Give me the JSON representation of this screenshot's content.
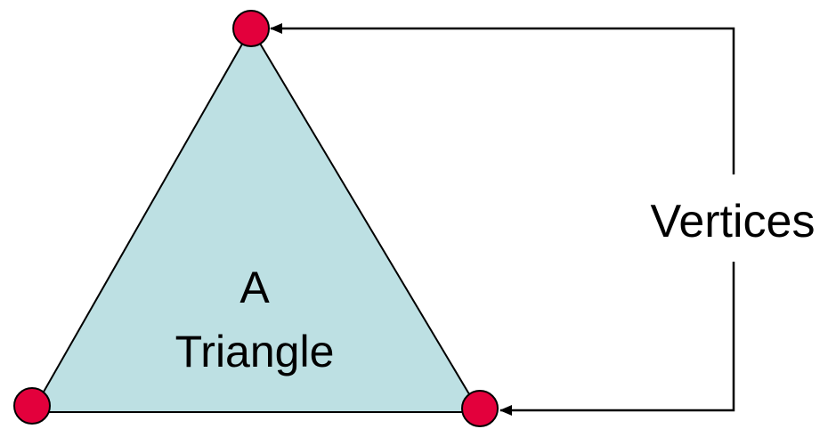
{
  "diagram": {
    "triangle_label_line1": "A",
    "triangle_label_line2": "Triangle",
    "vertices_label": "Vertices"
  },
  "colors": {
    "triangle_fill": "#bde0e3",
    "triangle_stroke": "#000000",
    "vertex_fill": "#e3003c",
    "vertex_stroke": "#000000",
    "arrow": "#000000"
  }
}
